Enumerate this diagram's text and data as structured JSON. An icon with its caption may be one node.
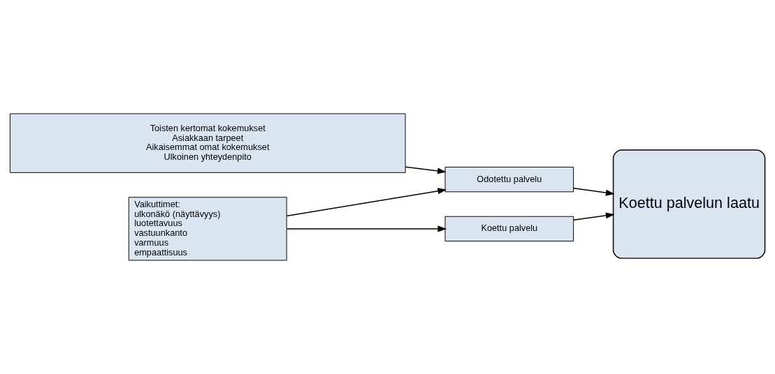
{
  "diagram": {
    "nodes": [
      {
        "text": [
          "Toisten kertomat kokemukset",
          "Asiakkaan tarpeet",
          "Aikaisemmat omat kokemukset",
          "Ulkoinen yhteydenpito"
        ]
      },
      {
        "text": [
          "Vaikuttimet:",
          "ulkonäkö (näyttävyys)",
          "luotettavuus",
          "vastuunkanto",
          "varmuus",
          "empaattisuus"
        ]
      },
      {
        "text": [
          "Odotettu palvelu"
        ]
      },
      {
        "text": [
          "Koettu palvelu"
        ]
      },
      {
        "text": [
          "Koettu palvelun laatu"
        ]
      }
    ],
    "edges": [
      {
        "from": 0,
        "to": 2,
        "arrow": "to"
      },
      {
        "from": 1,
        "to": 2,
        "arrow": "to"
      },
      {
        "from": 1,
        "to": 3,
        "arrow": "to"
      },
      {
        "from": 2,
        "to": 4,
        "arrow": "to"
      },
      {
        "from": 3,
        "to": 4,
        "arrow": "to"
      }
    ]
  }
}
